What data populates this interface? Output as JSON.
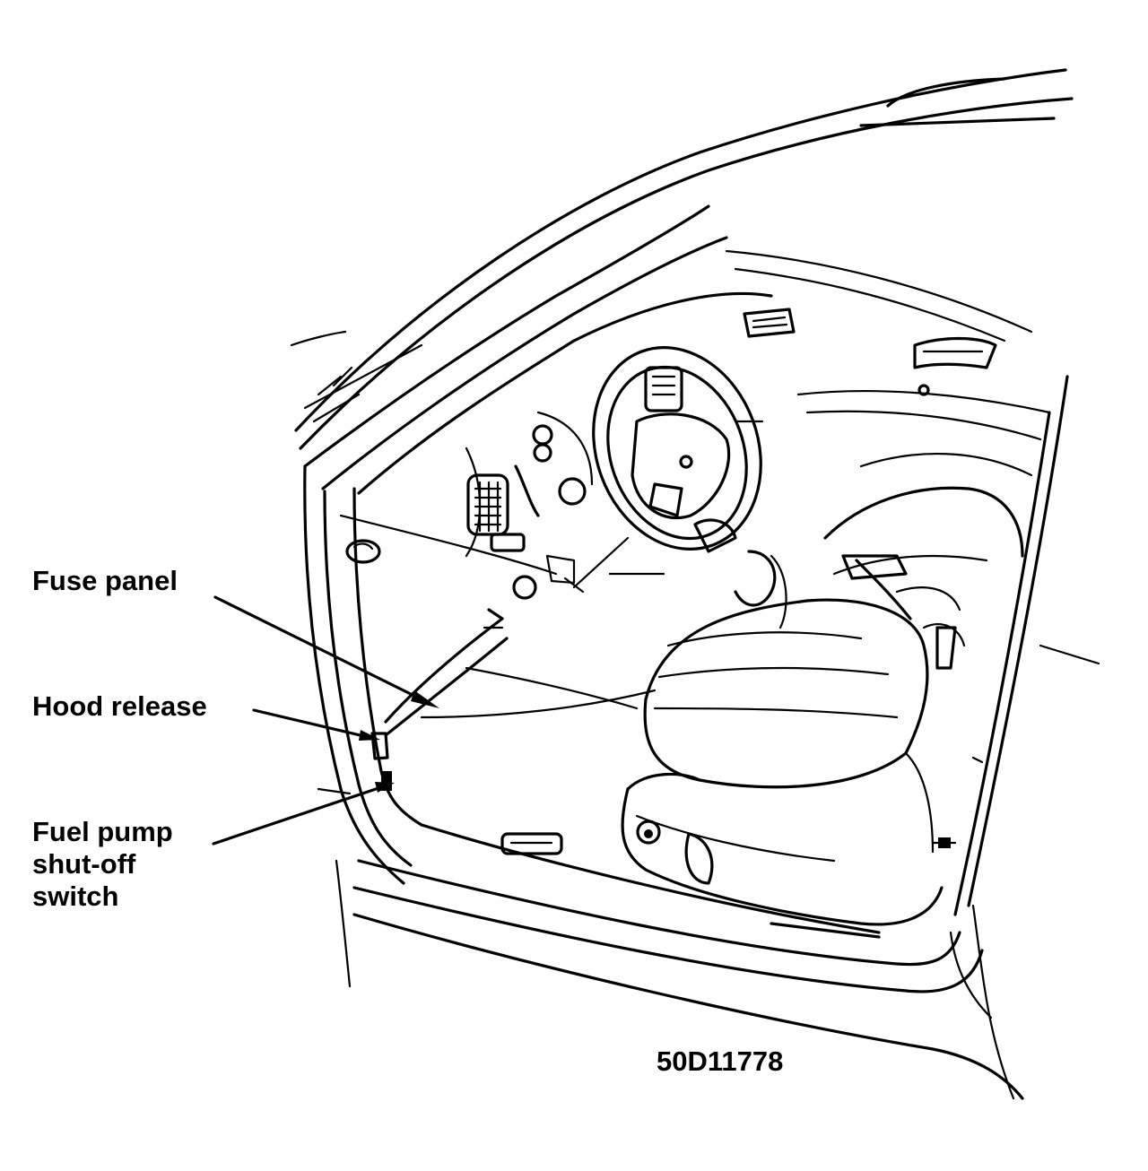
{
  "labels": {
    "fuse_panel": "Fuse panel",
    "hood_release": "Hood release",
    "fuel_pump_line1": "Fuel pump",
    "fuel_pump_line2": "shut-off",
    "fuel_pump_line3": "switch"
  },
  "figure_id": "50D11778",
  "colors": {
    "line": "#000000",
    "background": "#ffffff"
  }
}
